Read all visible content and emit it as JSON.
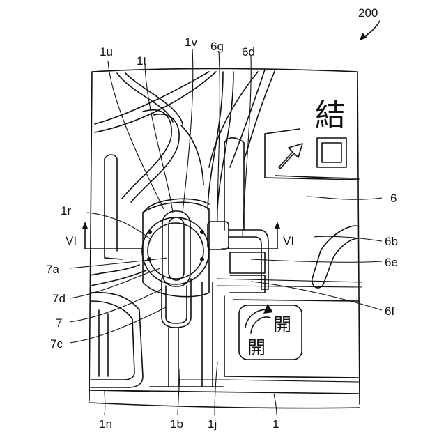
{
  "figure": {
    "number": "200",
    "section_marker": "VI"
  },
  "labels": {
    "l_1u": "1u",
    "l_1t": "1t",
    "l_1v": "1v",
    "l_6g": "6g",
    "l_6d": "6d",
    "l_6": "6",
    "l_6b": "6b",
    "l_6e": "6e",
    "l_6f": "6f",
    "l_1r": "1r",
    "l_7a": "7a",
    "l_7d": "7d",
    "l_7": "7",
    "l_7c": "7c",
    "l_1n": "1n",
    "l_1b": "1b",
    "l_1j": "1j",
    "l_1": "1"
  },
  "panel_text": {
    "upper_kanji": "結",
    "lower_kanji": "開"
  }
}
